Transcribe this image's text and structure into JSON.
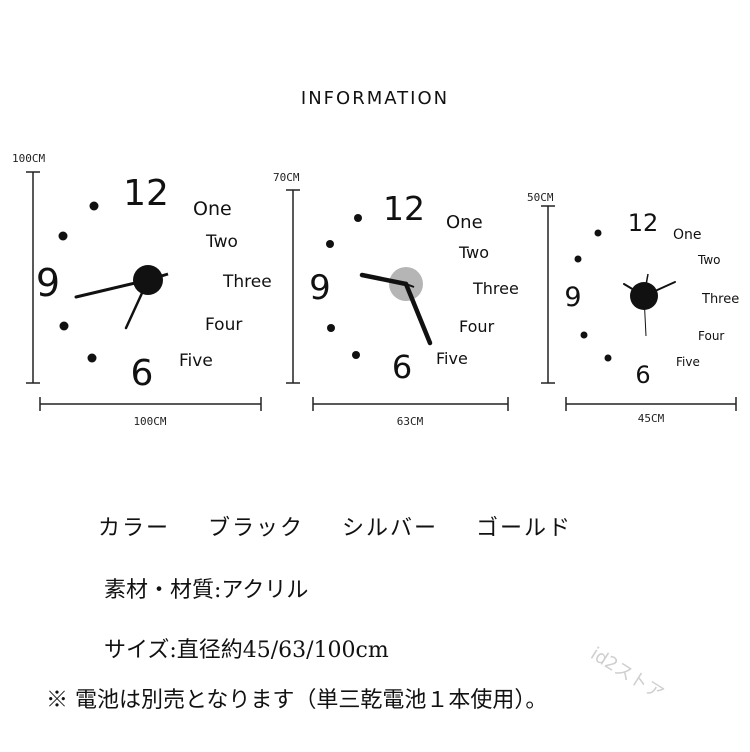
{
  "header": {
    "title": "INFORMATION"
  },
  "clocks": [
    {
      "height_label": "100CM",
      "width_label": "100CM",
      "hand_color": "#111111",
      "numerals": {
        "twelve": "12",
        "nine": "9",
        "six": "6"
      },
      "words": [
        "One",
        "Two",
        "Three",
        "Four",
        "Five"
      ]
    },
    {
      "height_label": "70CM",
      "width_label": "63CM",
      "hand_color": "#111111",
      "center_color": "#b5b5b5",
      "numerals": {
        "twelve": "12",
        "nine": "9",
        "six": "6"
      },
      "words": [
        "One",
        "Two",
        "Three",
        "Four",
        "Five"
      ]
    },
    {
      "height_label": "50CM",
      "width_label": "45CM",
      "hand_color": "#111111",
      "numerals": {
        "twelve": "12",
        "nine": "9",
        "six": "6"
      },
      "words": [
        "One",
        "Two",
        "Three",
        "Four",
        "Five"
      ]
    }
  ],
  "specs": {
    "color_label": "カラー",
    "colors": [
      "ブラック",
      "シルバー",
      "ゴールド"
    ],
    "material": "素材・材質:アクリル",
    "size": "サイズ:直径約45/63/100cm",
    "note": "※ 電池は別売となります（単三乾電池１本使用）。"
  },
  "watermark": "id2ストア"
}
